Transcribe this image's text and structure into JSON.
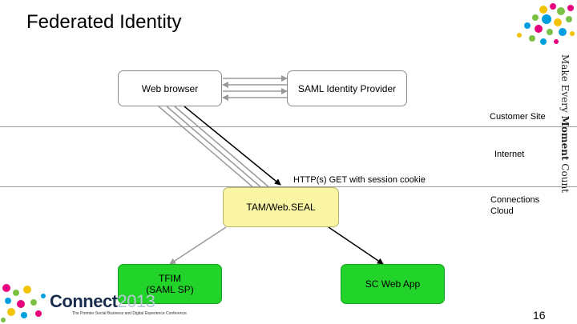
{
  "slide": {
    "title": "Federated Identity",
    "page_number": "16",
    "side_tag_start": "Make Every ",
    "side_tag_bold": "Moment",
    "side_tag_end": " Count"
  },
  "nodes": {
    "web_browser": "Web browser",
    "saml_idp": "SAML Identity Provider",
    "tam_webseal": "TAM/Web.SEAL",
    "tfim_line1": "TFIM",
    "tfim_line2": "(SAML SP)",
    "sc_web_app": "SC Web App"
  },
  "labels": {
    "customer_site": "Customer Site",
    "internet": "Internet",
    "http_get": "HTTP(s) GET with session cookie",
    "connections_line1": "Connections",
    "connections_line2": "Cloud"
  },
  "branding": {
    "logo_name": "Connect",
    "logo_year": "2013",
    "logo_tagline": "The Premier Social Business and Digital Experience Conference"
  },
  "colors": {
    "yellow_node": "#f9f5a2",
    "green_node": "#22d32a",
    "line_gray": "#9a9a9a"
  }
}
